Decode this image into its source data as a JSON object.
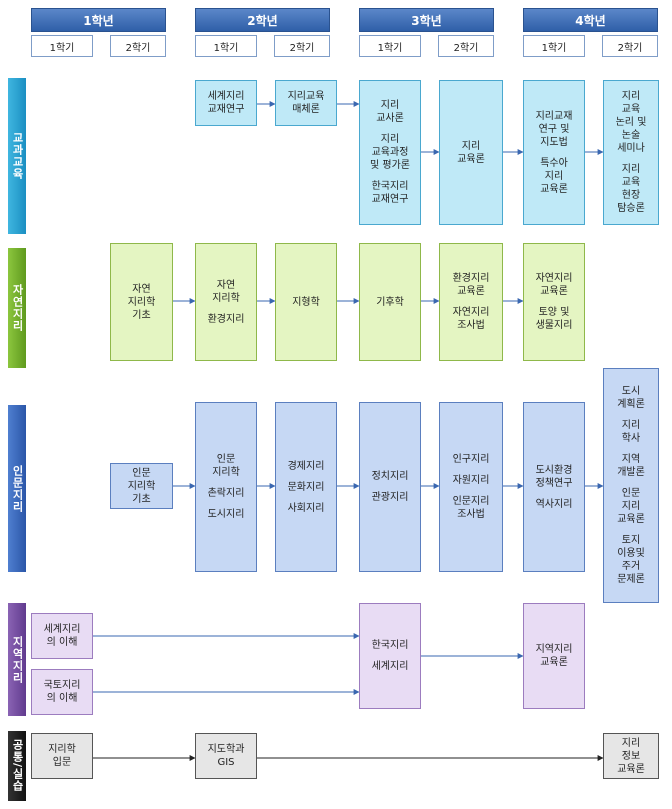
{
  "years": [
    "1학년",
    "2학년",
    "3학년",
    "4학년"
  ],
  "semesters": [
    "1학기",
    "2학기"
  ],
  "categories": {
    "kyo": "교과교육",
    "ja": "자연지리",
    "in": "인문지리",
    "ji": "지역지리",
    "gong": "공통/실습"
  },
  "courses": {
    "kyo_1": [
      "세계지리",
      "교재연구"
    ],
    "kyo_2": [
      "지리교육",
      "매체론"
    ],
    "kyo_3": [
      "지리",
      "교사론",
      "",
      "지리",
      "교육과정",
      "및 평가론",
      "",
      "한국지리",
      "교재연구"
    ],
    "kyo_4": [
      "지리",
      "교육론"
    ],
    "kyo_5": [
      "지리교재",
      "연구 및",
      "지도법",
      "",
      "특수아",
      "지리",
      "교육론"
    ],
    "kyo_6": [
      "지리",
      "교육",
      "논리 및",
      "논술",
      "세미나",
      "",
      "지리",
      "교육",
      "현장",
      "탐승론"
    ],
    "ja_1": [
      "자연",
      "지리학",
      "기초"
    ],
    "ja_2": [
      "자연",
      "지리학",
      "",
      "환경지리"
    ],
    "ja_3": [
      "지형학"
    ],
    "ja_4": [
      "기후학"
    ],
    "ja_5": [
      "환경지리",
      "교육론",
      "",
      "자연지리",
      "조사법"
    ],
    "ja_6": [
      "자연지리",
      "교육론",
      "",
      "토양 및",
      "생물지리"
    ],
    "in_1": [
      "인문",
      "지리학",
      "기초"
    ],
    "in_2": [
      "인문",
      "지리학",
      "",
      "촌락지리",
      "",
      "도시지리"
    ],
    "in_3": [
      "경제지리",
      "",
      "문화지리",
      "",
      "사회지리"
    ],
    "in_4": [
      "정치지리",
      "",
      "관광지리"
    ],
    "in_5": [
      "인구지리",
      "",
      "자원지리",
      "",
      "인문지리",
      "조사법"
    ],
    "in_6": [
      "도시환경",
      "정책연구",
      "",
      "역사지리"
    ],
    "in_7": [
      "도시",
      "계획론",
      "",
      "지리",
      "학사",
      "",
      "지역",
      "개발론",
      "",
      "인문",
      "지리",
      "교육론",
      "",
      "토지",
      "이용및",
      "주거",
      "문제론"
    ],
    "ji_1": [
      "세계지리",
      "의 이해"
    ],
    "ji_2": [
      "국토지리",
      "의 이해"
    ],
    "ji_3": [
      "한국지리",
      "",
      "세계지리"
    ],
    "ji_4": [
      "지역지리",
      "교육론"
    ],
    "go_1": [
      "지리학",
      "입문"
    ],
    "go_2": [
      "지도학과",
      "GIS"
    ],
    "go_3": [
      "지리",
      "정보",
      "교육론"
    ]
  }
}
